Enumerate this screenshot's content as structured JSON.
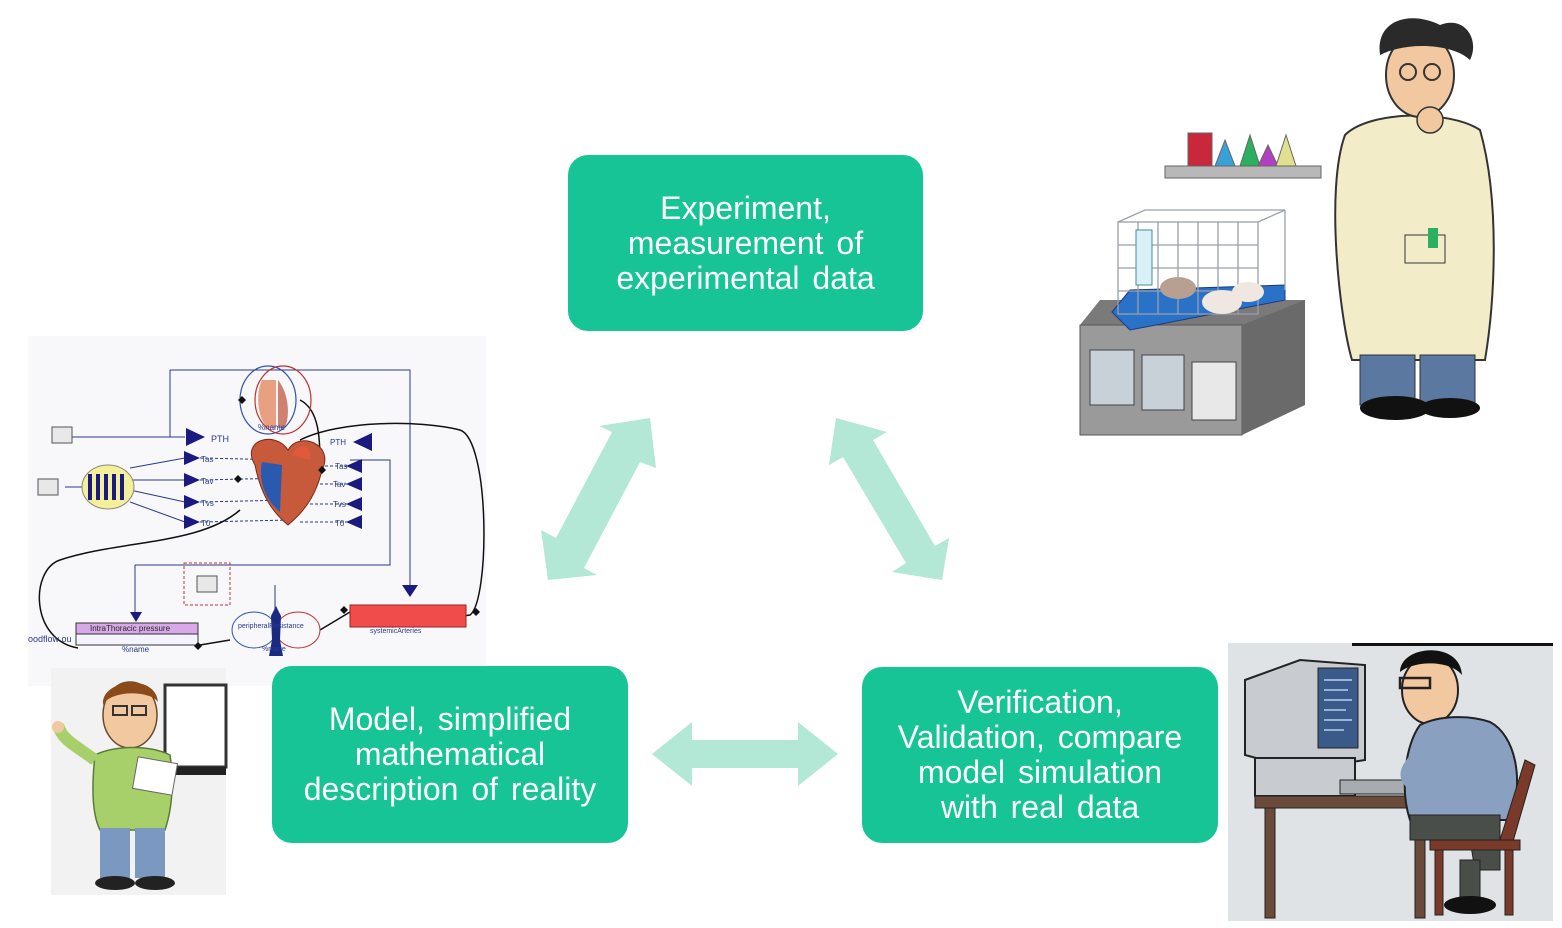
{
  "boxes": {
    "experiment": "Experiment,\nmeasurement of\nexperimental data",
    "model": "Model, simplified\nmathematical\ndescription of reality",
    "verification": "Verification,\nValidation, compare\nmodel simulation\nwith real data"
  },
  "diagram_labels": {
    "pth_left": "PTH",
    "tas_left": "Tas",
    "tav_left": "Tav",
    "tvs_left": "Tvs",
    "t0_left": "T0",
    "pth_right": "PTH",
    "tas_right": "Tas",
    "tav_right": "Tav",
    "tvs_right": "Tvs",
    "t0_right": "T0",
    "intrathoracic_pressure": "IntraThoracic pressure",
    "name_left": "%name",
    "name_center": "%name",
    "name_lungs": "%name",
    "systemic_arteries": "systemicArteries",
    "peripheral_resistance": "peripheralResistance",
    "bloodflow": "oodflow ou"
  },
  "colors": {
    "box_fill": "#17c495",
    "box_text": "#ffffff",
    "arrow_fill": "#b2e8d5"
  }
}
